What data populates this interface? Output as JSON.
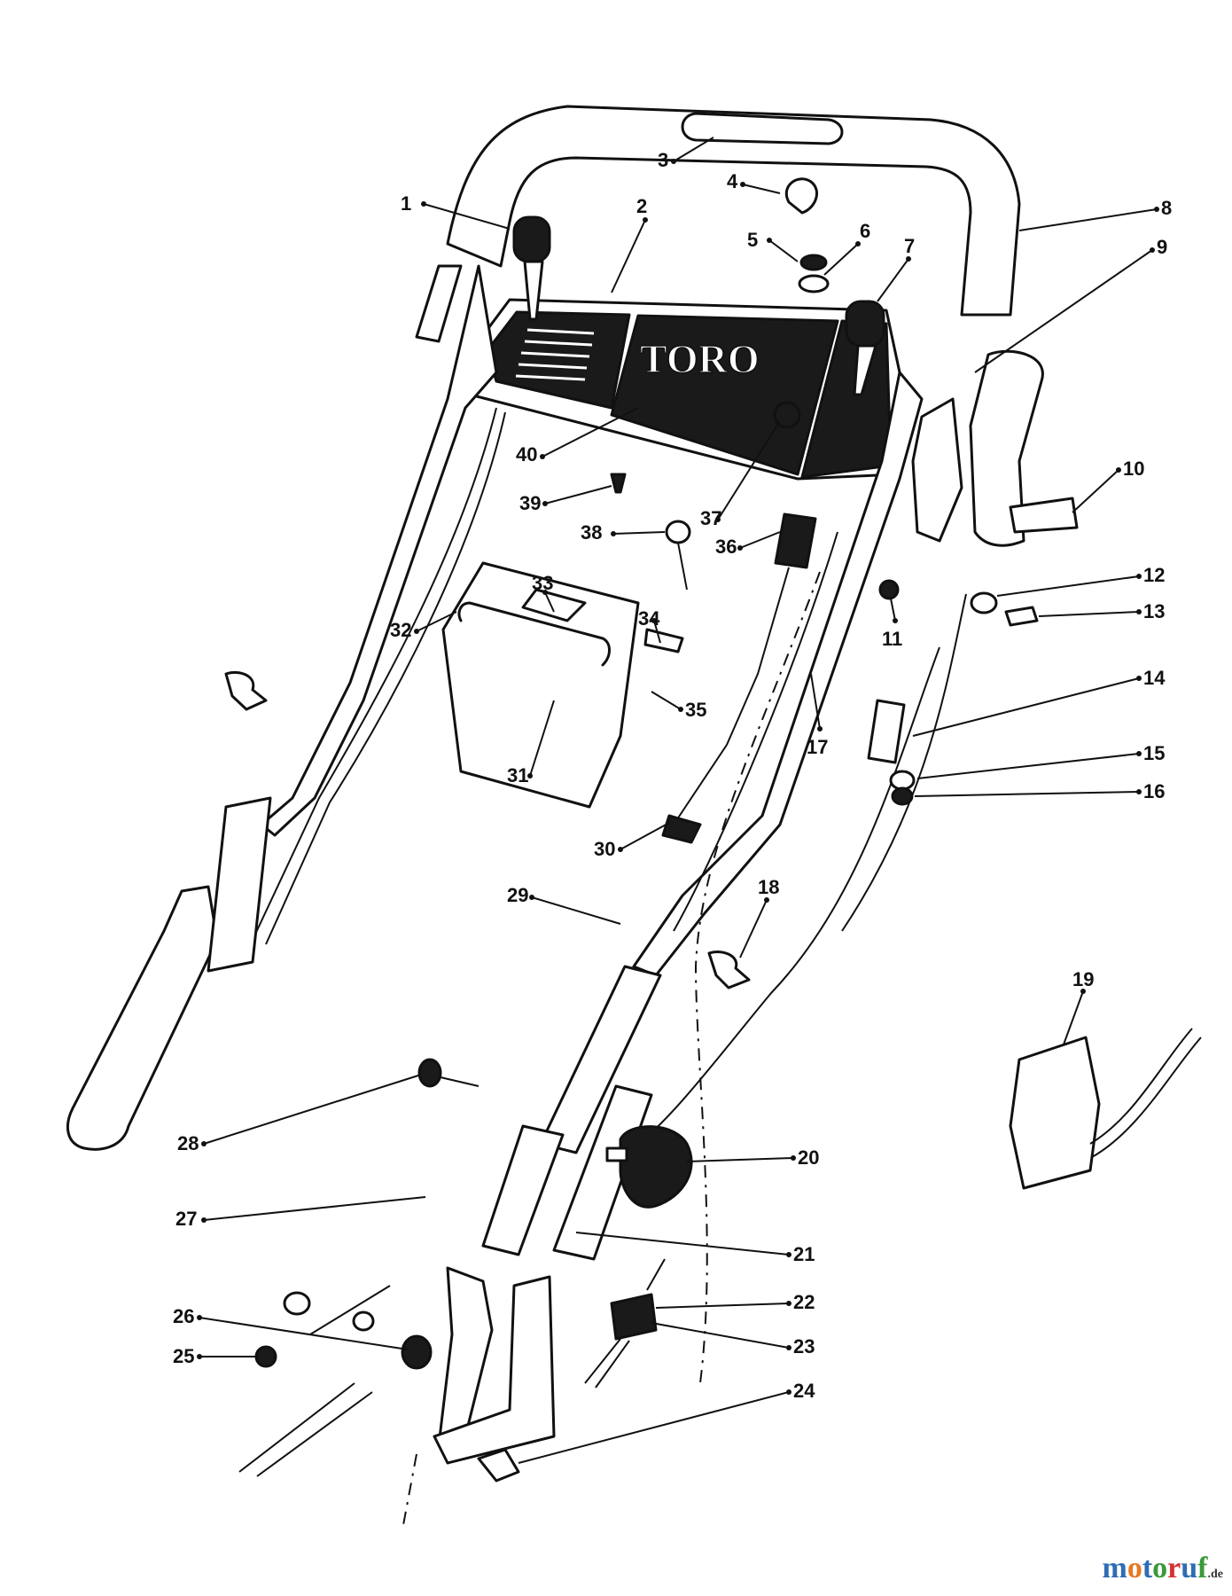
{
  "diagram": {
    "brand_text": "TORO",
    "part_labels": [
      "1",
      "2",
      "3",
      "4",
      "5",
      "6",
      "7",
      "8",
      "9",
      "10",
      "11",
      "12",
      "13",
      "14",
      "15",
      "16",
      "17",
      "18",
      "19",
      "20",
      "21",
      "22",
      "23",
      "24",
      "25",
      "26",
      "27",
      "28",
      "29",
      "30",
      "31",
      "32",
      "33",
      "34",
      "35",
      "36",
      "37",
      "38",
      "39",
      "40"
    ]
  },
  "watermark": {
    "letters": [
      "m",
      "o",
      "t",
      "o",
      "r",
      "u",
      "f"
    ],
    "suffix": ".de",
    "letter_colors": [
      "#2e6db4",
      "#e87722",
      "#2e6db4",
      "#3a9a3a",
      "#d63030",
      "#2e6db4",
      "#3a9a3a"
    ]
  }
}
